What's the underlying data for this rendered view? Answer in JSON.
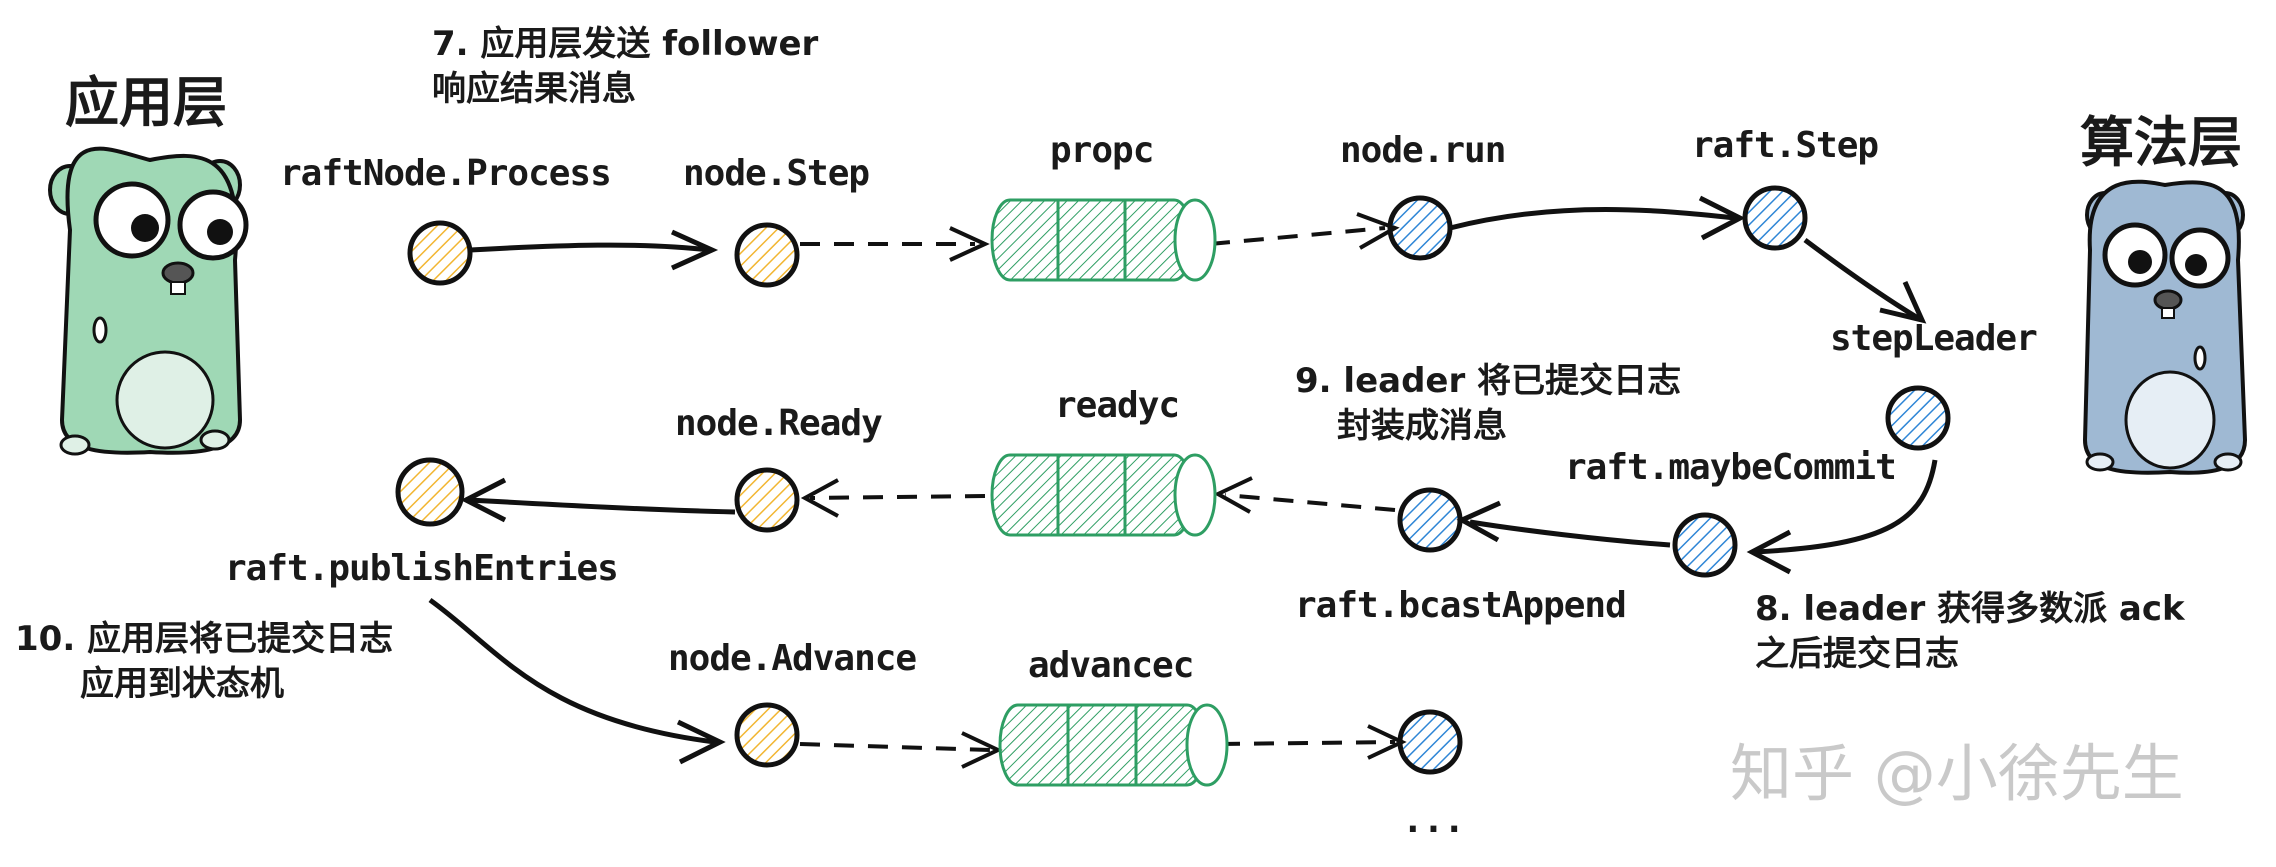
{
  "layers": {
    "app": "应用层",
    "algo": "算法层"
  },
  "labels": {
    "raftnode_process": "raftNode.Process",
    "node_step": "node.Step",
    "propc": "propc",
    "node_run": "node.run",
    "raft_step": "raft.Step",
    "stepleader": "stepLeader",
    "raft_maybecommit": "raft.maybeCommit",
    "raft_bcastappend": "raft.bcastAppend",
    "readyc": "readyc",
    "node_ready": "node.Ready",
    "raft_publishentries": "raft.publishEntries",
    "node_advance": "node.Advance",
    "advancec": "advancec",
    "ellipsis": "..."
  },
  "notes": {
    "step7": [
      "7. 应用层发送 follower",
      "响应结果消息"
    ],
    "step8": [
      "8. leader 获得多数派 ack",
      "之后提交日志"
    ],
    "step9": [
      "9. leader 将已提交日志",
      "封装成消息"
    ],
    "step10": [
      "10. 应用层将已提交日志",
      "应用到状态机"
    ]
  },
  "watermark": "知乎 @小徐先生",
  "colors": {
    "app_node": "#f2b632",
    "algo_node": "#2f86d6",
    "channel": "#2e9e63",
    "gopher_app": "#9fd8b5",
    "gopher_algo": "#9fb9d3"
  }
}
